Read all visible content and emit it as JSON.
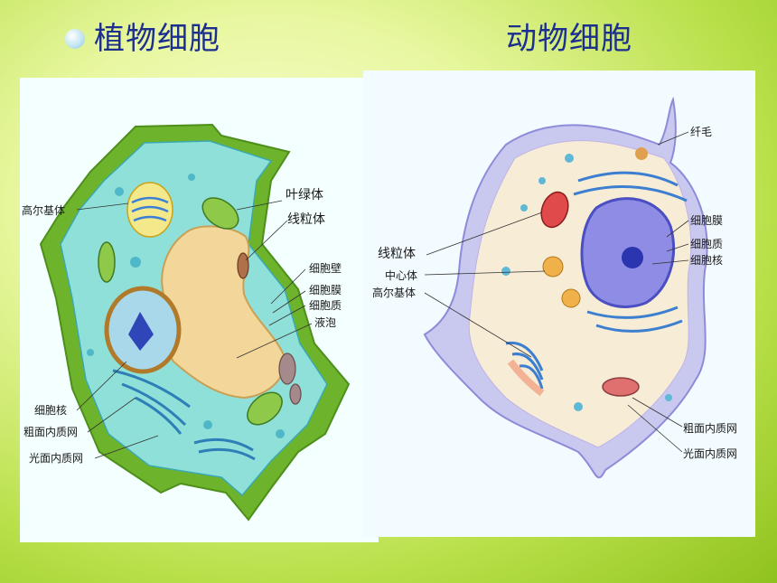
{
  "titles": {
    "plant": "植物细胞",
    "animal": "动物细胞"
  },
  "plant_labels": {
    "golgi": "高尔基体",
    "chloroplast": "叶绿体",
    "mitochondria": "线粒体",
    "cell_wall": "细胞壁",
    "cell_membrane": "细胞膜",
    "cytoplasm": "细胞质",
    "vacuole": "液泡",
    "nucleus": "细胞核",
    "rough_er": "粗面内质网",
    "smooth_er": "光面内质网"
  },
  "animal_labels": {
    "cilia": "纤毛",
    "cell_membrane": "细胞膜",
    "cytoplasm": "细胞质",
    "nucleus": "细胞核",
    "mitochondria": "线粒体",
    "centrosome": "中心体",
    "golgi": "高尔基体",
    "rough_er": "粗面内质网",
    "smooth_er": "光面内质网"
  }
}
